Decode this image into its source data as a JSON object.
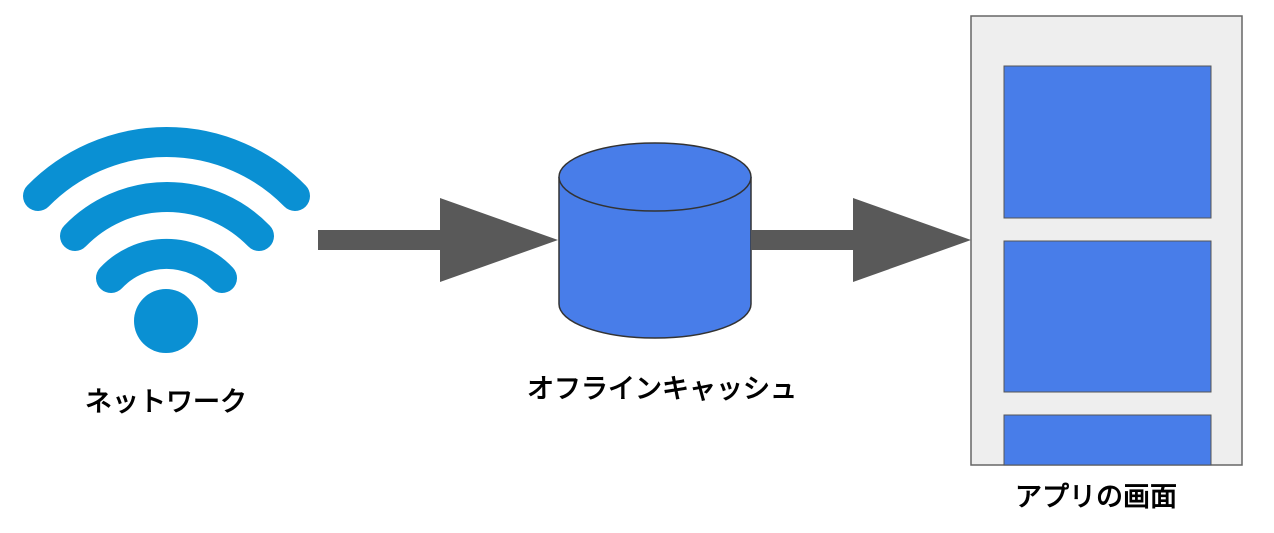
{
  "nodes": {
    "network": {
      "label": "ネットワーク",
      "icon": "wifi-icon",
      "color": "#0a90d3"
    },
    "cache": {
      "label": "オフラインキャッシュ",
      "icon": "database-cylinder",
      "color": "#487de9"
    },
    "screen": {
      "label": "アプリの画面",
      "icon": "app-screen-mockup",
      "frame_color": "#eeeeee",
      "block_color": "#487de9"
    }
  },
  "edges": [
    {
      "from": "network",
      "to": "cache"
    },
    {
      "from": "cache",
      "to": "screen"
    }
  ],
  "arrow_color": "#595959"
}
